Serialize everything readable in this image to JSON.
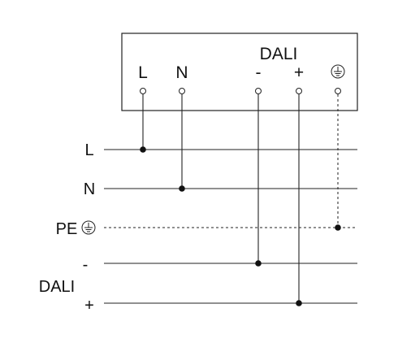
{
  "device": {
    "group_label": "DALI",
    "terminals": [
      {
        "id": "L",
        "label": "L"
      },
      {
        "id": "N",
        "label": "N"
      },
      {
        "id": "dali_minus",
        "label": "-"
      },
      {
        "id": "dali_plus",
        "label": "+"
      },
      {
        "id": "pe",
        "label": "",
        "icon": "earth-ground-icon"
      }
    ]
  },
  "lines": [
    {
      "id": "L",
      "label": "L"
    },
    {
      "id": "N",
      "label": "N"
    },
    {
      "id": "PE",
      "label": "PE",
      "icon": "earth-ground-icon",
      "style": "dashed"
    },
    {
      "id": "dali_minus",
      "label": "-"
    },
    {
      "id": "dali_plus",
      "label": "+"
    }
  ],
  "dali_group_label": "DALI",
  "colors": {
    "stroke": "#222222",
    "background": "#ffffff"
  }
}
